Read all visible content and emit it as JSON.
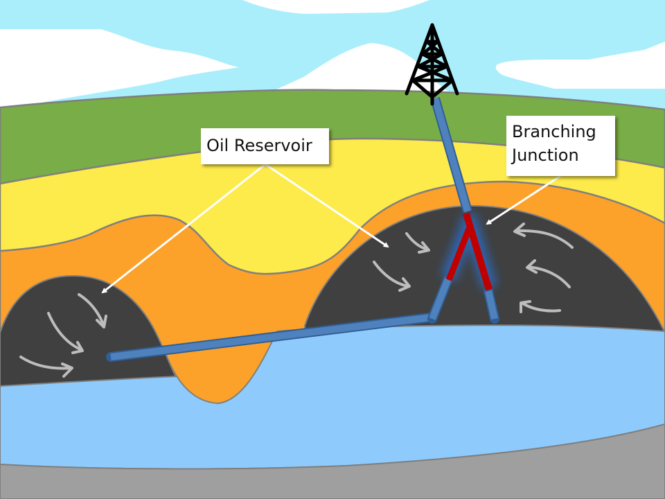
{
  "diagram": {
    "title": "Multilateral oil well with branching junction",
    "labels": {
      "oil_reservoir": "Oil Reservoir",
      "branching_junction_line1": "Branching",
      "branching_junction_line2": "Junction"
    },
    "layers": [
      {
        "name": "sky",
        "color": "#aaeefc"
      },
      {
        "name": "topsoil",
        "color": "#79ad47"
      },
      {
        "name": "sand",
        "color": "#fdea4b"
      },
      {
        "name": "rock",
        "color": "#fca12a"
      },
      {
        "name": "oil",
        "color": "#404040"
      },
      {
        "name": "water",
        "color": "#8ecbfc"
      },
      {
        "name": "bedrock",
        "color": "#9f9f9f"
      }
    ],
    "colors": {
      "well_pipe": "#4f81bd",
      "junction_section": "#c00000",
      "flow_arrow": "#bdbdbd",
      "pointer_arrow": "#ffffff",
      "derrick": "#000000",
      "cloud": "#ffffff"
    },
    "icons": [
      "oil-derrick-icon",
      "flow-arrow-icon",
      "pointer-arrow-icon"
    ]
  }
}
